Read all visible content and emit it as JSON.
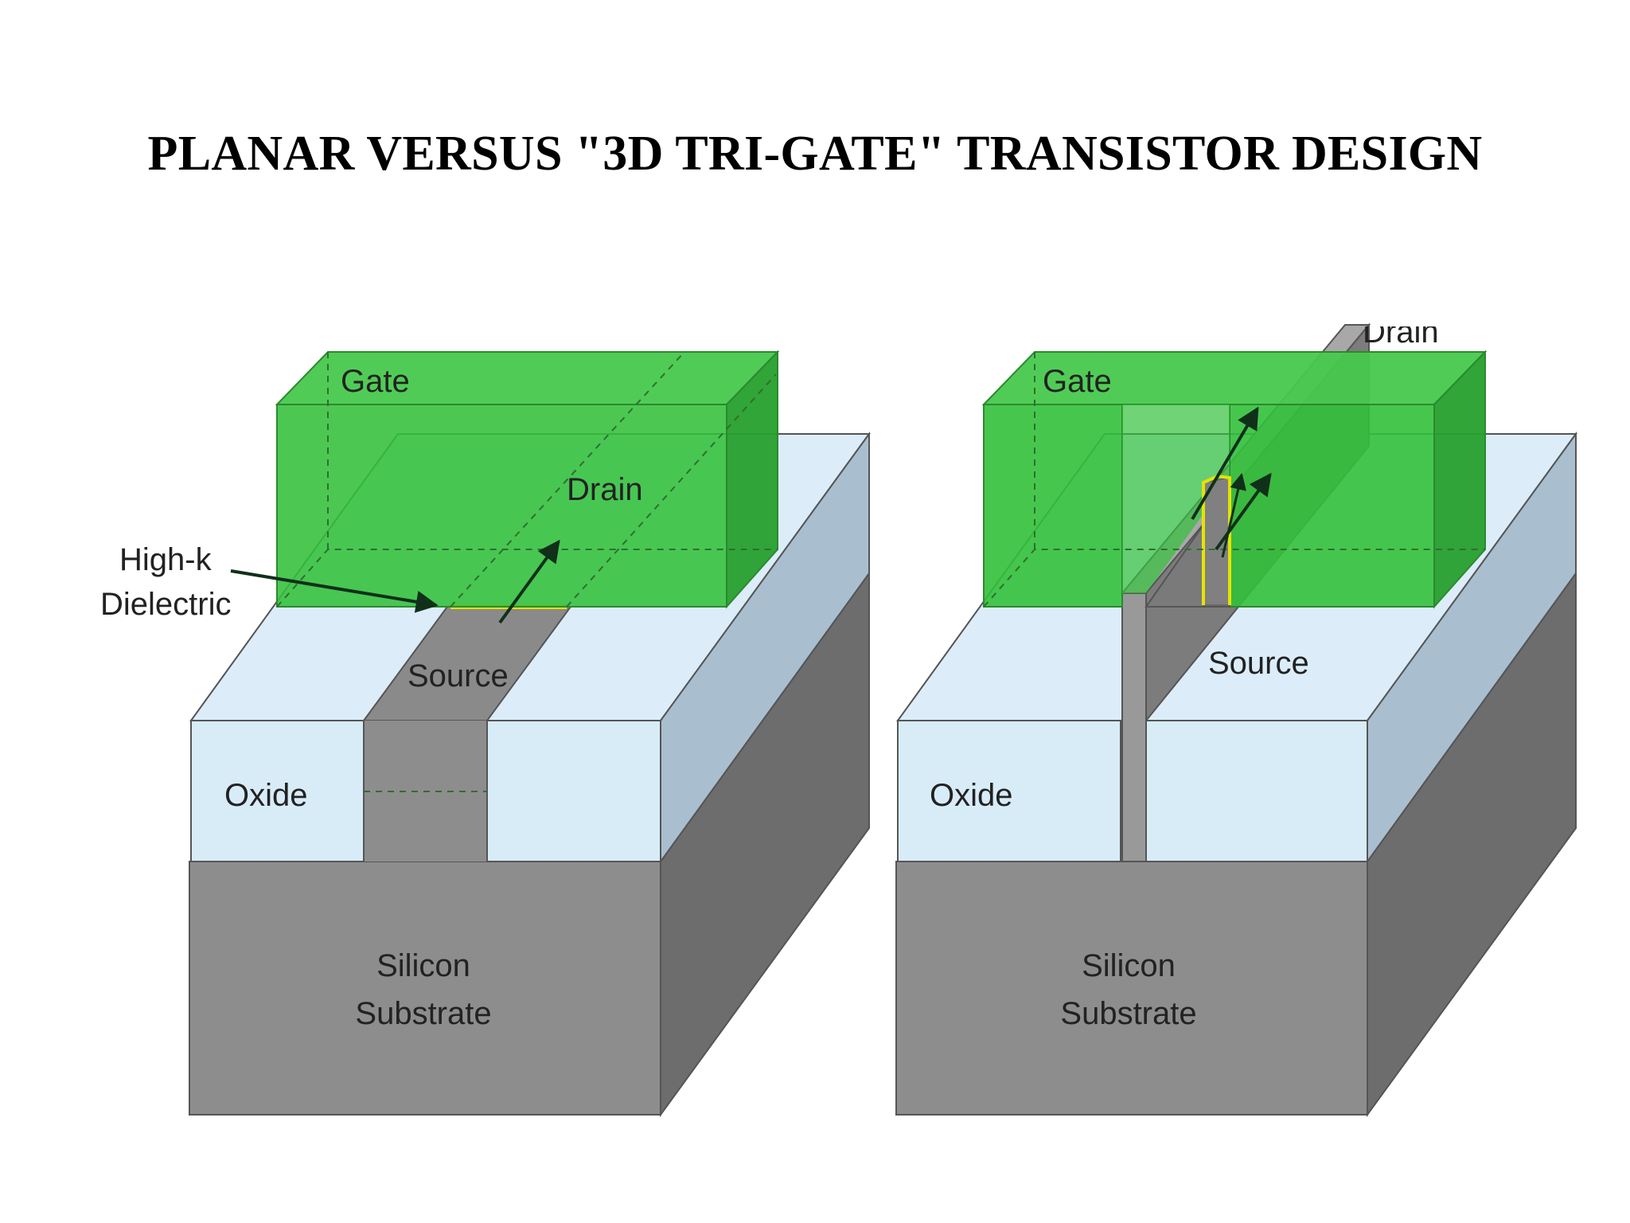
{
  "title": "PLANAR VERSUS \"3D TRI-GATE\" TRANSISTOR DESIGN",
  "colors": {
    "gate": "#33c03a",
    "oxide": "#d8ecf8",
    "silicon": "#8e8d8e",
    "channel": "#8a8a8a",
    "high_k": "#e4e400"
  },
  "planar": {
    "gate": "Gate",
    "drain": "Drain",
    "source": "Source",
    "oxide": "Oxide",
    "high_k_line1": "High-k",
    "high_k_line2": "Dielectric",
    "silicon_line1": "Silicon",
    "silicon_line2": "Substrate"
  },
  "trigate": {
    "gate": "Gate",
    "drain": "Drain",
    "source": "Source",
    "oxide": "Oxide",
    "silicon_line1": "Silicon",
    "silicon_line2": "Substrate"
  }
}
